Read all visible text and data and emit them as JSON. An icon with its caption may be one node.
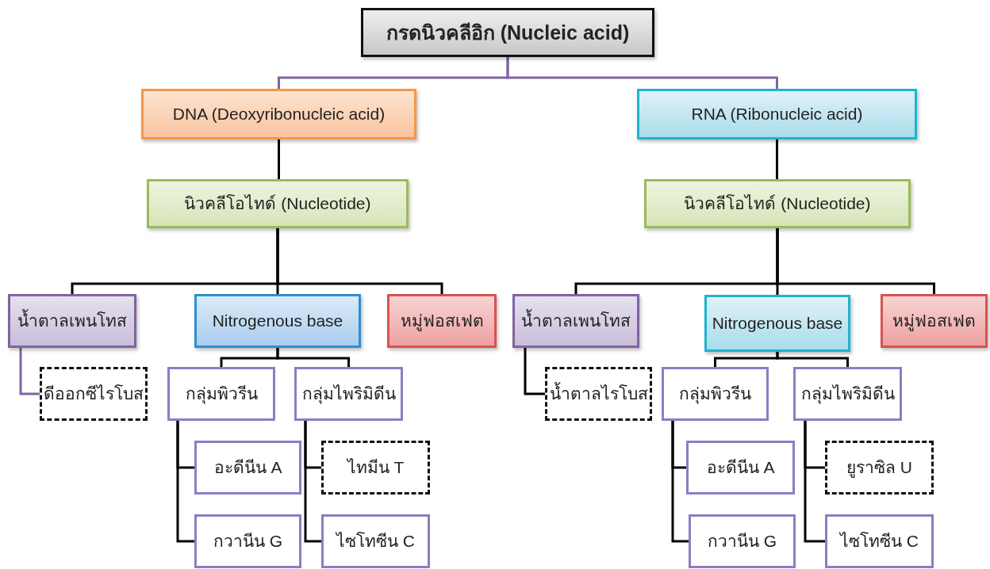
{
  "diagram": {
    "nodes": [
      {
        "text": [
          "กรดนิวคลีอิก (Nucleic acid)"
        ]
      },
      {
        "text": [
          "DNA (Deoxyribonucleic acid)"
        ]
      },
      {
        "text": [
          "RNA (Ribonucleic acid)"
        ]
      },
      {
        "text": [
          "นิวคลีโอไทด์ (Nucleotide)"
        ]
      },
      {
        "text": [
          "นิวคลีโอไทด์ (Nucleotide)"
        ]
      },
      {
        "text": [
          "น้ำตาลเพนโทส"
        ]
      },
      {
        "text": [
          "Nitrogenous base"
        ]
      },
      {
        "text": [
          "หมู่ฟอสเฟต"
        ]
      },
      {
        "text": [
          "ดีออกซีไรโบส"
        ]
      },
      {
        "text": [
          "กลุ่มพิวรีน"
        ]
      },
      {
        "text": [
          "กลุ่มไพริมิดีน"
        ]
      },
      {
        "text": [
          "อะดีนีน A"
        ]
      },
      {
        "text": [
          "ไทมีน T"
        ]
      },
      {
        "text": [
          "กวานีน G"
        ]
      },
      {
        "text": [
          "ไซโทซีน C"
        ]
      },
      {
        "text": [
          "น้ำตาลเพนโทส"
        ]
      },
      {
        "text": [
          "Nitrogenous base"
        ]
      },
      {
        "text": [
          "หมู่ฟอสเฟต"
        ]
      },
      {
        "text": [
          "น้ำตาลไรโบส"
        ]
      },
      {
        "text": [
          "กลุ่มพิวรีน"
        ]
      },
      {
        "text": [
          "กลุ่มไพริมิดีน"
        ]
      },
      {
        "text": [
          "อะดีนีน A"
        ]
      },
      {
        "text": [
          "ยูราซิล U"
        ]
      },
      {
        "text": [
          "กวานีน G"
        ]
      },
      {
        "text": [
          "ไซโทซีน C"
        ]
      }
    ],
    "edges": [
      {
        "from": 0,
        "to": 1,
        "arrow": "none",
        "color": "#8064a2"
      },
      {
        "from": 0,
        "to": 2,
        "arrow": "none",
        "color": "#8064a2"
      },
      {
        "from": 1,
        "to": 3,
        "arrow": "none"
      },
      {
        "from": 2,
        "to": 4,
        "arrow": "none"
      },
      {
        "from": 3,
        "to": 5,
        "arrow": "none"
      },
      {
        "from": 3,
        "to": 6,
        "arrow": "none"
      },
      {
        "from": 3,
        "to": 7,
        "arrow": "none"
      },
      {
        "from": 4,
        "to": 15,
        "arrow": "none"
      },
      {
        "from": 4,
        "to": 16,
        "arrow": "none"
      },
      {
        "from": 4,
        "to": 17,
        "arrow": "none"
      },
      {
        "from": 5,
        "to": 8,
        "arrow": "none",
        "color": "#8064a2"
      },
      {
        "from": 6,
        "to": 9,
        "arrow": "none"
      },
      {
        "from": 6,
        "to": 10,
        "arrow": "none"
      },
      {
        "from": 9,
        "to": 11,
        "arrow": "none"
      },
      {
        "from": 9,
        "to": 13,
        "arrow": "none"
      },
      {
        "from": 10,
        "to": 12,
        "arrow": "none"
      },
      {
        "from": 10,
        "to": 14,
        "arrow": "none"
      },
      {
        "from": 15,
        "to": 18,
        "arrow": "none"
      },
      {
        "from": 16,
        "to": 19,
        "arrow": "none"
      },
      {
        "from": 16,
        "to": 20,
        "arrow": "none"
      },
      {
        "from": 19,
        "to": 21,
        "arrow": "none"
      },
      {
        "from": 19,
        "to": 23,
        "arrow": "none"
      },
      {
        "from": 20,
        "to": 22,
        "arrow": "none"
      },
      {
        "from": 20,
        "to": 24,
        "arrow": "none"
      }
    ]
  }
}
